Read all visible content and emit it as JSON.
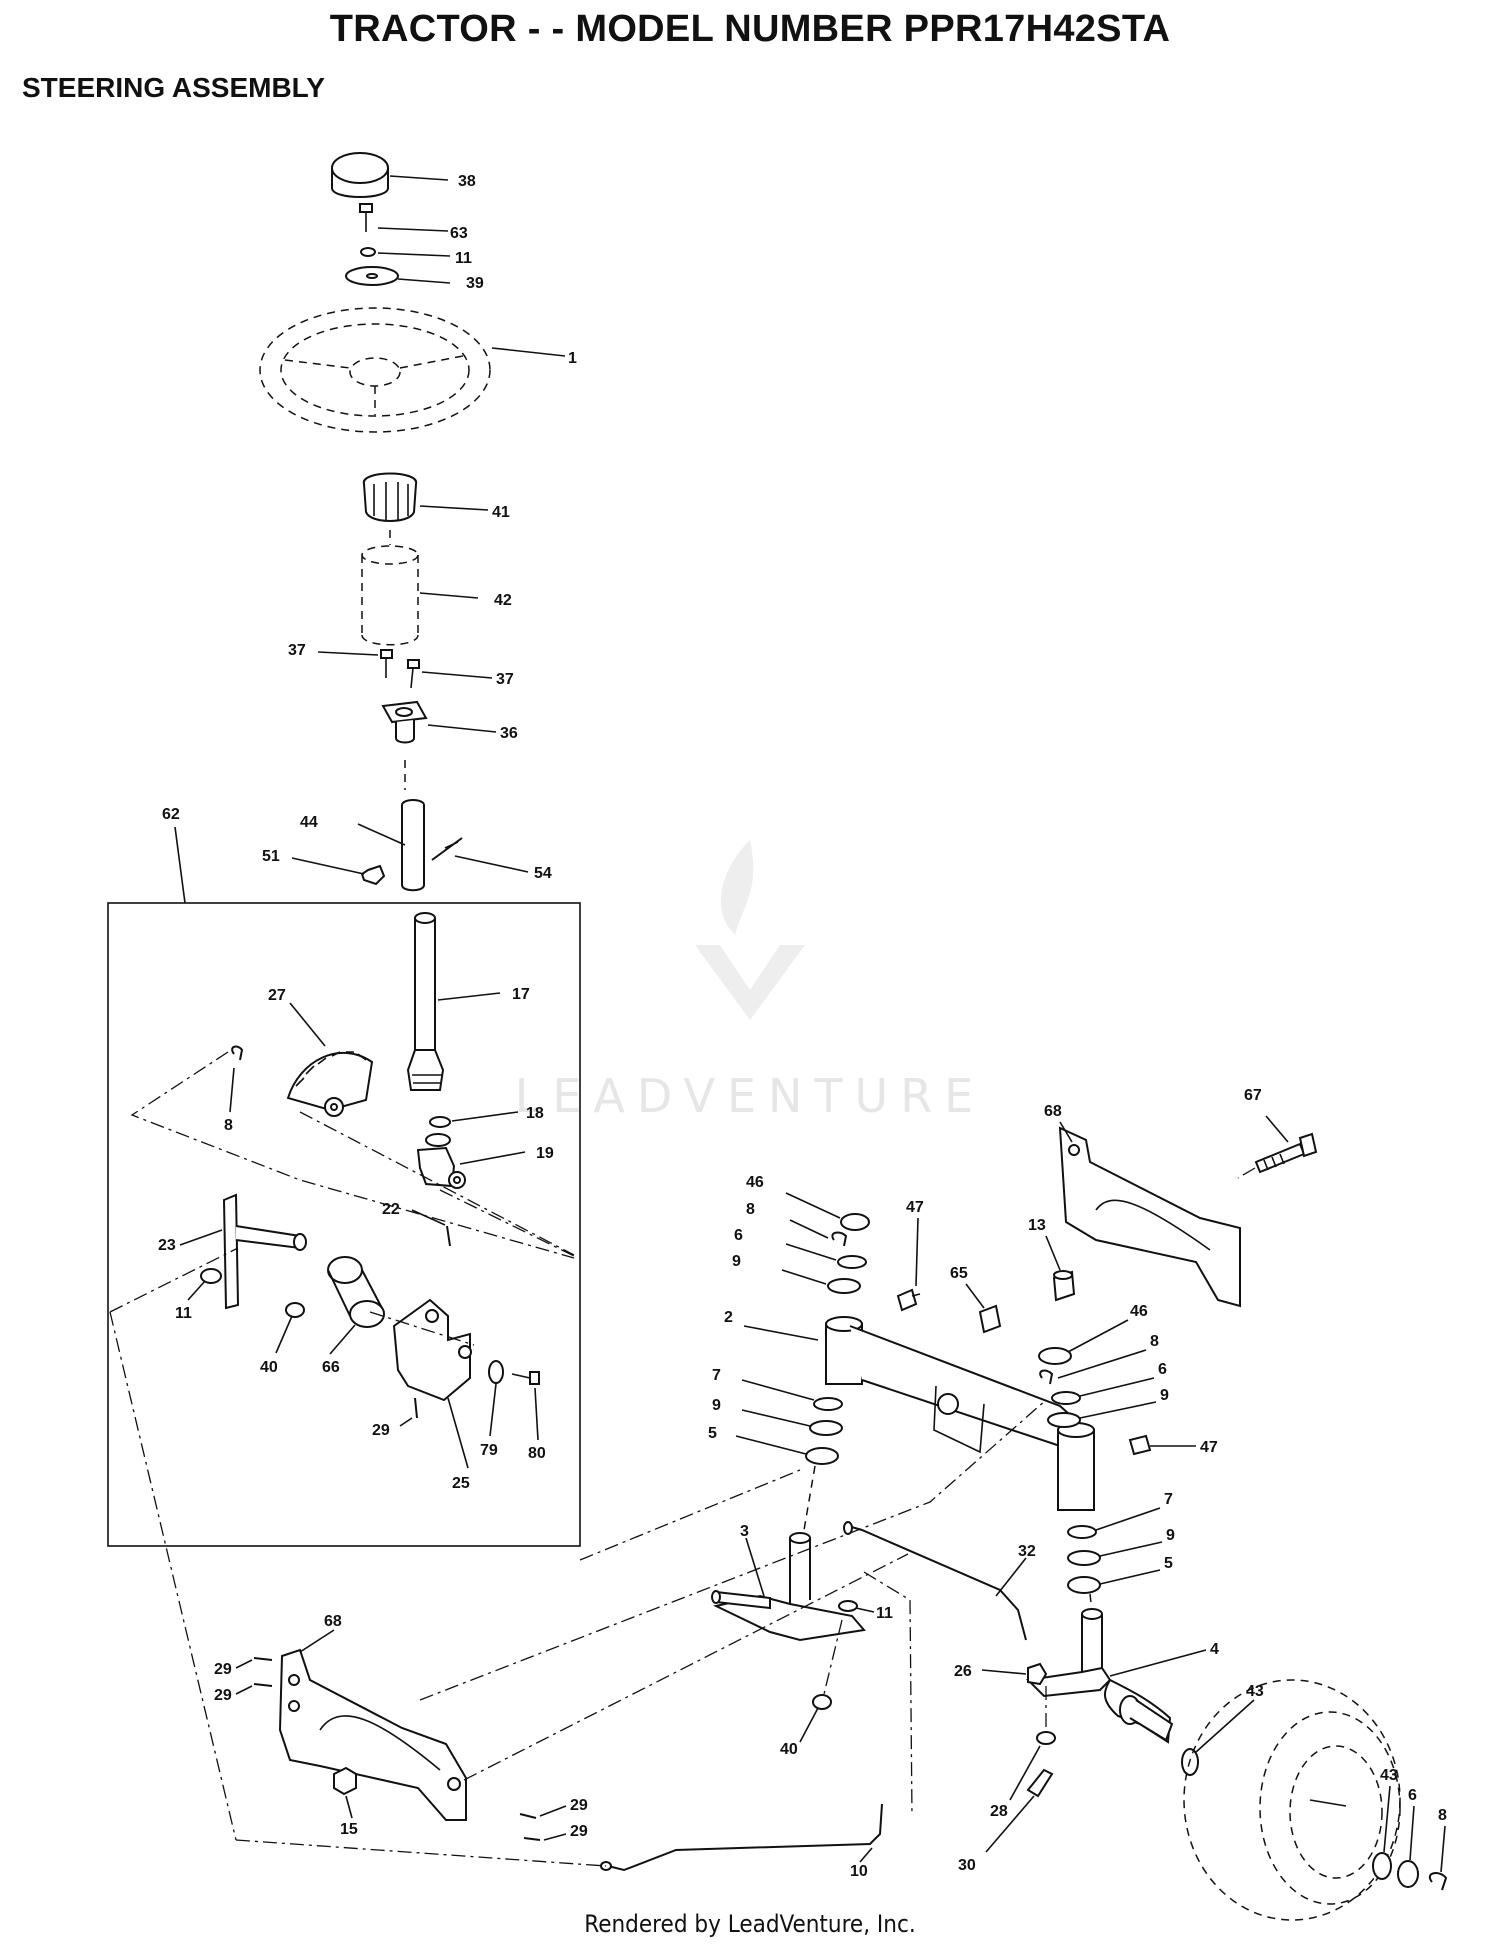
{
  "header": {
    "title": "TRACTOR - - MODEL NUMBER PPR17H42STA",
    "subtitle": "STEERING ASSEMBLY"
  },
  "watermark": {
    "text": "LEADVENTURE"
  },
  "footer": {
    "text": "Rendered by LeadVenture, Inc."
  },
  "callouts": [
    "38",
    "63",
    "11",
    "39",
    "1",
    "41",
    "42",
    "37",
    "37",
    "36",
    "62",
    "44",
    "51",
    "54",
    "17",
    "27",
    "8",
    "18",
    "19",
    "22",
    "23",
    "11",
    "40",
    "66",
    "29",
    "79",
    "80",
    "25",
    "68",
    "67",
    "46",
    "47",
    "8",
    "6",
    "9",
    "65",
    "13",
    "2",
    "46",
    "8",
    "6",
    "7",
    "9",
    "9",
    "5",
    "47",
    "3",
    "32",
    "11",
    "7",
    "9",
    "5",
    "68",
    "29",
    "29",
    "26",
    "4",
    "43",
    "40",
    "15",
    "29",
    "29",
    "28",
    "30",
    "10",
    "43",
    "6",
    "8"
  ]
}
